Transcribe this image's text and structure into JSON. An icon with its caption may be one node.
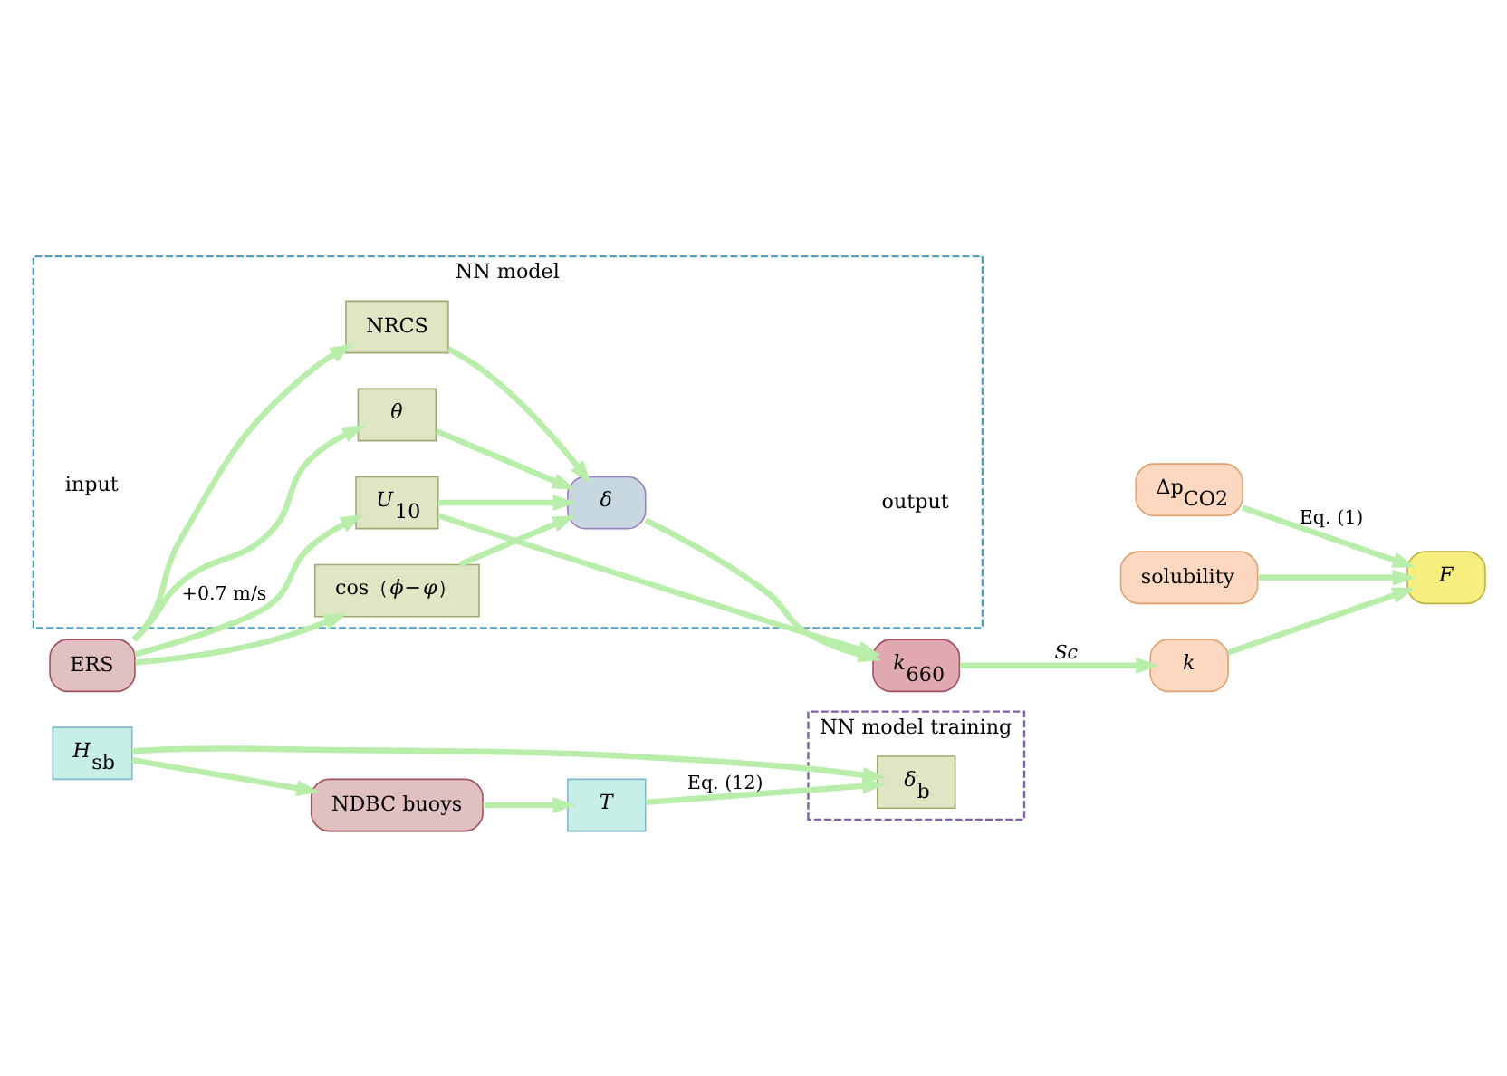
{
  "diagram": {
    "nodes": [
      {
        "text": [
          "NN model training"
        ]
      },
      {
        "text": [
          "NN model"
        ]
      },
      {
        "text": [
          "*k*$_{660}$"
        ]
      },
      {
        "text": [
          "ERS"
        ]
      },
      {
        "text": [
          "*U*$_{10}$"
        ],
        "in": 1
      },
      {
        "text": [
          "*θ*"
        ],
        "in": 1
      },
      {
        "text": [
          "cos（*ϕ*−*φ*）"
        ],
        "in": 1
      },
      {
        "text": [
          "NRCS"
        ],
        "in": 1
      },
      {
        "text": [
          "*δ*"
        ],
        "in": 1
      },
      {
        "text": [
          "*k*"
        ]
      },
      {
        "text": [
          "Δp$_{CO2}$"
        ]
      },
      {
        "text": [
          "solubility"
        ]
      },
      {
        "text": [
          "*F*"
        ]
      },
      {
        "text": [
          "NDBC buoys"
        ]
      },
      {
        "text": [
          "*H*$_{sb}$"
        ]
      },
      {
        "text": [
          "*T*"
        ]
      },
      {
        "text": [
          "*δ*$_{b}$"
        ],
        "in": 0
      }
    ],
    "edges": [
      {
        "from": 3,
        "to": 4,
        "arrow": "to",
        "label": "+0.7 m/s"
      },
      {
        "from": 3,
        "to": 5,
        "arrow": "to"
      },
      {
        "from": 3,
        "to": 6,
        "arrow": "to"
      },
      {
        "from": 3,
        "to": 7,
        "arrow": "to"
      },
      {
        "from": 4,
        "to": 2,
        "arrow": "to"
      },
      {
        "from": 4,
        "to": 8,
        "arrow": "to"
      },
      {
        "from": 5,
        "to": 8,
        "arrow": "to"
      },
      {
        "from": 6,
        "to": 8,
        "arrow": "to"
      },
      {
        "from": 7,
        "to": 8,
        "arrow": "to"
      },
      {
        "from": 8,
        "to": 2,
        "arrow": "to"
      },
      {
        "from": 2,
        "to": 9,
        "arrow": "to",
        "label": "*Sc*"
      },
      {
        "from": 9,
        "to": 12,
        "arrow": "to"
      },
      {
        "from": 10,
        "to": 12,
        "arrow": "to",
        "label": "Eq. (1)"
      },
      {
        "from": 11,
        "to": 12,
        "arrow": "to"
      },
      {
        "from": 14,
        "to": 13,
        "arrow": "to"
      },
      {
        "from": 13,
        "to": 15,
        "arrow": "to"
      },
      {
        "from": 14,
        "to": 16,
        "arrow": "to"
      },
      {
        "from": 15,
        "to": 16,
        "arrow": "to",
        "label": "Eq. (12)"
      }
    ],
    "labels": [
      "input",
      "output"
    ]
  }
}
